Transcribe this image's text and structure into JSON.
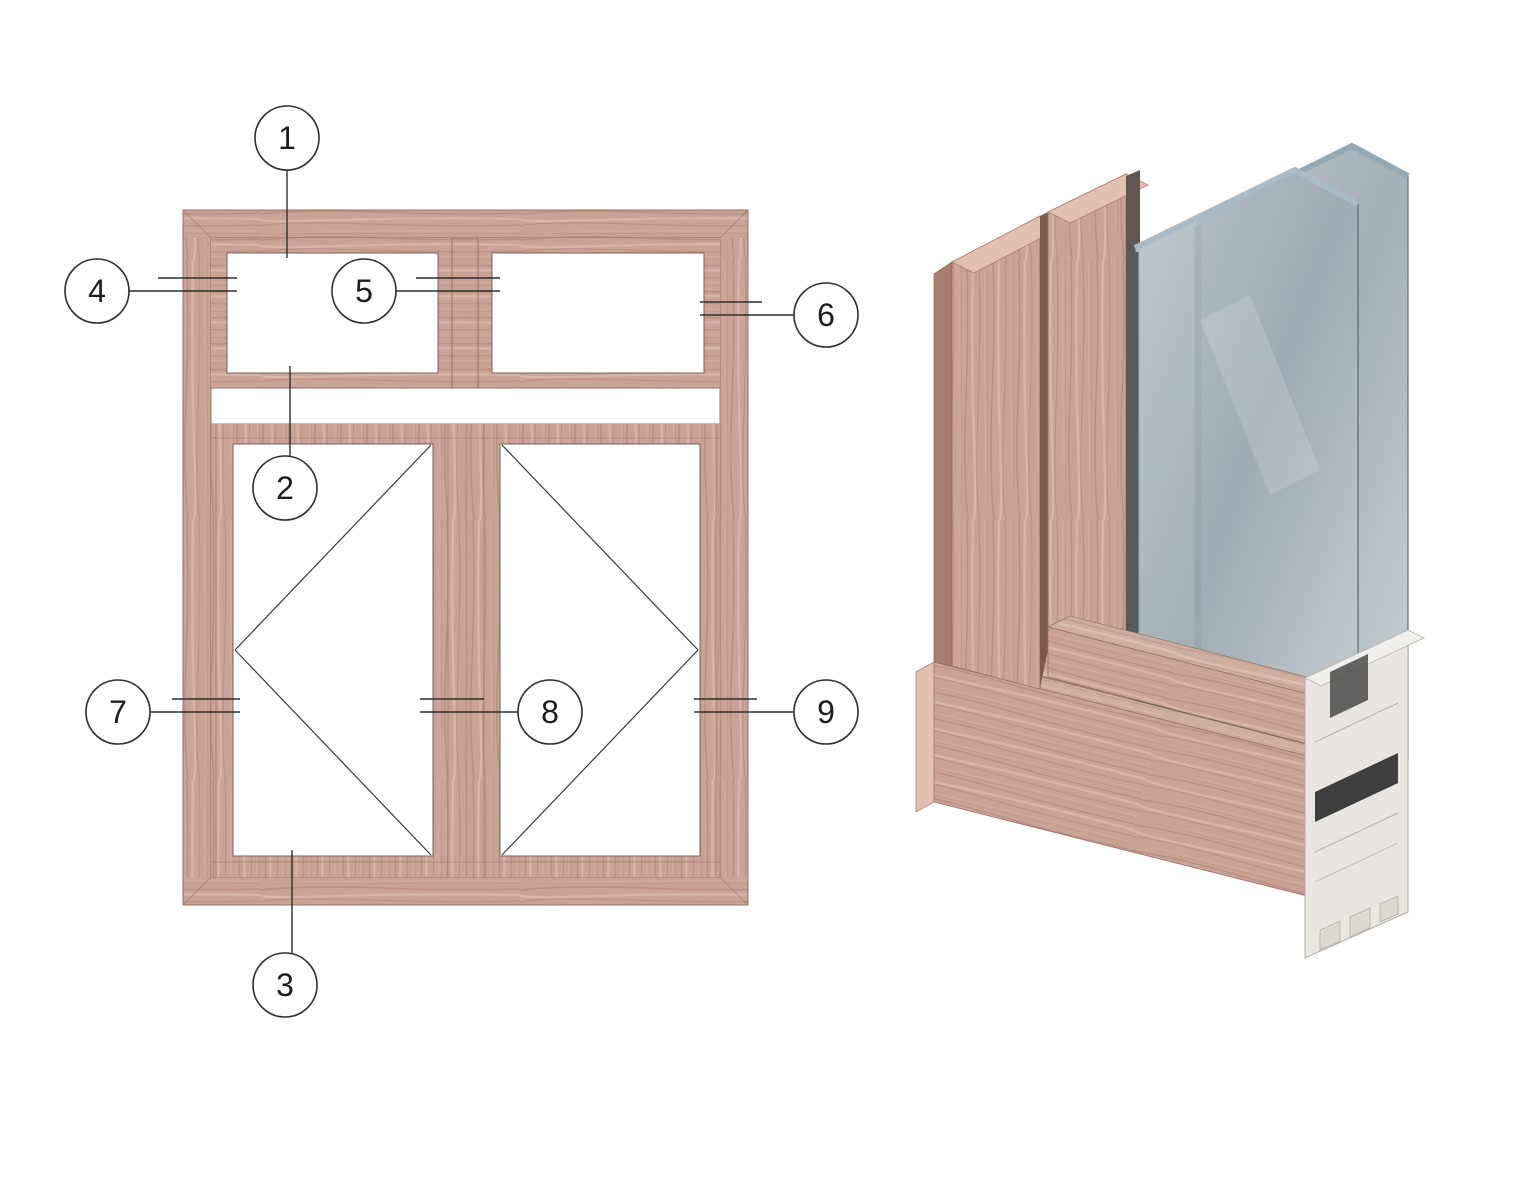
{
  "figure": {
    "callouts": [
      {
        "label": "1"
      },
      {
        "label": "2"
      },
      {
        "label": "3"
      },
      {
        "label": "4"
      },
      {
        "label": "5"
      },
      {
        "label": "6"
      },
      {
        "label": "7"
      },
      {
        "label": "8"
      },
      {
        "label": "9"
      }
    ]
  },
  "colors": {
    "background": "#ffffff",
    "wood_base": "#c9a396",
    "wood_side_shadow": "#a87c6e",
    "wood_end_grain": "#e3c1b1",
    "glass_fill": "#a9b4bb",
    "glass_edge": "#57636d",
    "aluminum": "#e9e6e1",
    "outline": "#2f2f2f"
  }
}
